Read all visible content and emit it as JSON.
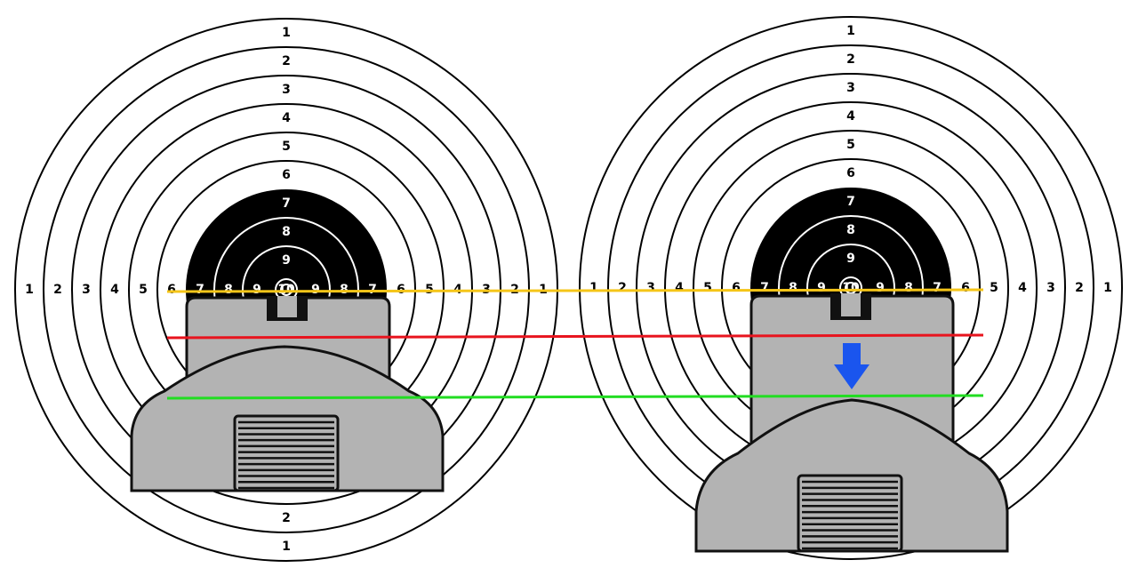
{
  "targets": [
    {
      "id": "left",
      "ring_scores": [
        "1",
        "2",
        "3",
        "4",
        "5",
        "6",
        "7",
        "8",
        "9",
        "10"
      ],
      "visible_bottom_labels": [
        "2",
        "1"
      ]
    },
    {
      "id": "right",
      "ring_scores": [
        "1",
        "2",
        "3",
        "4",
        "5",
        "6",
        "7",
        "8",
        "9",
        "10"
      ],
      "visible_bottom_labels": []
    }
  ],
  "reference_lines": [
    {
      "name": "yellow-line",
      "color": "#f5c518"
    },
    {
      "name": "red-line",
      "color": "#e8141e"
    },
    {
      "name": "green-line",
      "color": "#22dd22"
    }
  ],
  "colors": {
    "ring_stroke": "#000000",
    "black_zone": "#000000",
    "sight_fill": "#b3b3b3",
    "sight_stroke": "#111111",
    "arrow": "#1a55ee"
  },
  "arrow_icon": "arrow-down-icon"
}
